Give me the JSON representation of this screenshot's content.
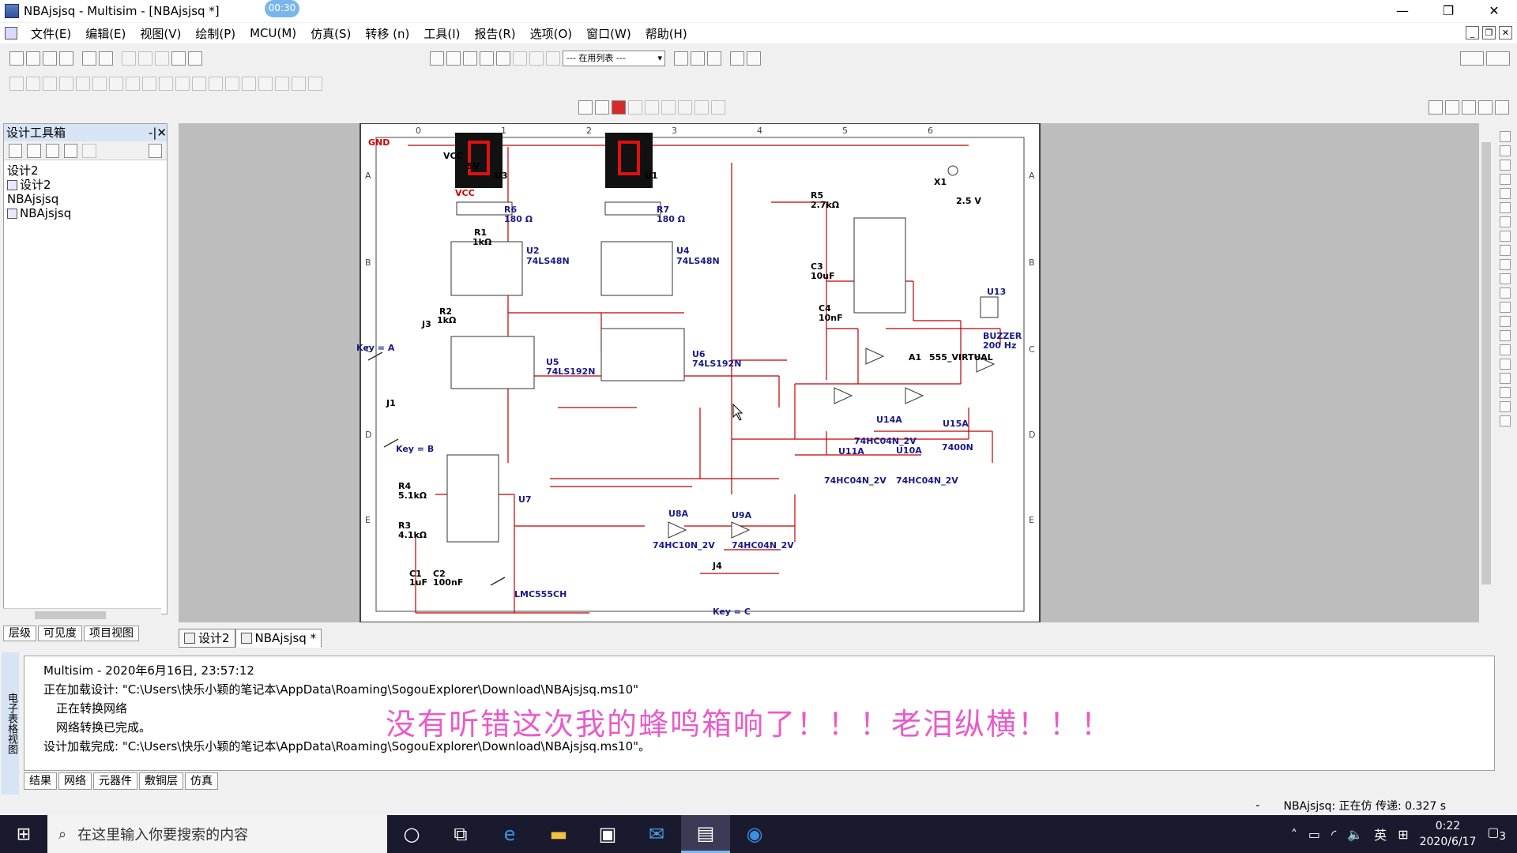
{
  "window": {
    "title": "NBAjsjsq - Multisim - [NBAjsjsq *]",
    "timer": "00:30",
    "minimize": "—",
    "maximize": "❐",
    "close": "✕"
  },
  "menu": [
    "文件(E)",
    "编辑(E)",
    "视图(V)",
    "绘制(P)",
    "MCU(M)",
    "仿真(S)",
    "转移 (n)",
    "工具(I)",
    "报告(R)",
    "选项(O)",
    "窗口(W)",
    "帮助(H)"
  ],
  "toolbar": {
    "in_use_list": "--- 在用列表 ---"
  },
  "toolbox": {
    "title": "设计工具箱",
    "tree": [
      "设计2",
      "设计2",
      "NBAjsjsq",
      "NBAjsjsq"
    ],
    "tabs": [
      "层级",
      "可见度",
      "项目视图"
    ]
  },
  "doc_tabs": [
    "设计2",
    "NBAjsjsq *"
  ],
  "schematic": {
    "cols": [
      "0",
      "1",
      "2",
      "3",
      "4",
      "5",
      "6"
    ],
    "rows": [
      "A",
      "B",
      "C",
      "D",
      "E"
    ],
    "labels": [
      {
        "t": "GND",
        "c": "#d00000"
      },
      {
        "t": "VCC",
        "c": "#000"
      },
      {
        "t": "5V",
        "c": "#000"
      },
      {
        "t": "VCC",
        "c": "#d00000"
      },
      {
        "t": "R1",
        "c": "#000"
      },
      {
        "t": "1kΩ",
        "c": "#000"
      },
      {
        "t": "U3",
        "c": "#000"
      },
      {
        "t": "U1",
        "c": "#000"
      },
      {
        "t": "R6",
        "c": "#1a1a8a"
      },
      {
        "t": "180 Ω",
        "c": "#1a1a8a"
      },
      {
        "t": "R7",
        "c": "#1a1a8a"
      },
      {
        "t": "180 Ω",
        "c": "#1a1a8a"
      },
      {
        "t": "U2",
        "c": "#1a1a8a"
      },
      {
        "t": "74LS48N",
        "c": "#1a1a8a"
      },
      {
        "t": "U4",
        "c": "#1a1a8a"
      },
      {
        "t": "74LS48N",
        "c": "#1a1a8a"
      },
      {
        "t": "U5",
        "c": "#1a1a8a"
      },
      {
        "t": "74LS192N",
        "c": "#1a1a8a"
      },
      {
        "t": "U6",
        "c": "#1a1a8a"
      },
      {
        "t": "74LS192N",
        "c": "#1a1a8a"
      },
      {
        "t": "R5",
        "c": "#000"
      },
      {
        "t": "2.7kΩ",
        "c": "#000"
      },
      {
        "t": "C3",
        "c": "#000"
      },
      {
        "t": "10uF",
        "c": "#000"
      },
      {
        "t": "C4",
        "c": "#000"
      },
      {
        "t": "10nF",
        "c": "#000"
      },
      {
        "t": "A1",
        "c": "#000"
      },
      {
        "t": "555_VIRTUAL",
        "c": "#000"
      },
      {
        "t": "X1",
        "c": "#000"
      },
      {
        "t": "2.5 V",
        "c": "#000"
      },
      {
        "t": "U13",
        "c": "#1a1a8a"
      },
      {
        "t": "BUZZER",
        "c": "#1a1a8a"
      },
      {
        "t": "200 Hz",
        "c": "#1a1a8a"
      },
      {
        "t": "R2",
        "c": "#000"
      },
      {
        "t": "1kΩ",
        "c": "#000"
      },
      {
        "t": "Key = A",
        "c": "#1a1a8a"
      },
      {
        "t": "Key = B",
        "c": "#1a1a8a"
      },
      {
        "t": "Key = C",
        "c": "#1a1a8a"
      },
      {
        "t": "J1",
        "c": "#000"
      },
      {
        "t": "J3",
        "c": "#000"
      },
      {
        "t": "J4",
        "c": "#000"
      },
      {
        "t": "U14A",
        "c": "#1a1a8a"
      },
      {
        "t": "74HC04N_2V",
        "c": "#1a1a8a"
      },
      {
        "t": "U15A",
        "c": "#1a1a8a"
      },
      {
        "t": "7400N",
        "c": "#1a1a8a"
      },
      {
        "t": "U11A",
        "c": "#1a1a8a"
      },
      {
        "t": "74HC04N_2V",
        "c": "#1a1a8a"
      },
      {
        "t": "U10A",
        "c": "#1a1a8a"
      },
      {
        "t": "74HC04N_2V",
        "c": "#1a1a8a"
      },
      {
        "t": "R4",
        "c": "#000"
      },
      {
        "t": "5.1kΩ",
        "c": "#000"
      },
      {
        "t": "R3",
        "c": "#000"
      },
      {
        "t": "4.1kΩ",
        "c": "#000"
      },
      {
        "t": "C1",
        "c": "#000"
      },
      {
        "t": "1uF",
        "c": "#000"
      },
      {
        "t": "C2",
        "c": "#000"
      },
      {
        "t": "100nF",
        "c": "#000"
      },
      {
        "t": "U7",
        "c": "#1a1a8a"
      },
      {
        "t": "LMC555CH",
        "c": "#1a1a8a"
      },
      {
        "t": "U8A",
        "c": "#1a1a8a"
      },
      {
        "t": "74HC10N_2V",
        "c": "#1a1a8a"
      },
      {
        "t": "U9A",
        "c": "#1a1a8a"
      },
      {
        "t": "74HC04N_2V",
        "c": "#1a1a8a"
      }
    ]
  },
  "output": {
    "lines": [
      "Multisim  -  2020年6月16日, 23:57:12",
      "正在加载设计: \"C:\\Users\\快乐小颖的笔记本\\AppData\\Roaming\\SogouExplorer\\Download\\NBAjsjsq.ms10\"",
      "正在转换网络",
      "网络转换已完成。",
      "设计加载完成: \"C:\\Users\\快乐小颖的笔记本\\AppData\\Roaming\\SogouExplorer\\Download\\NBAjsjsq.ms10\"。"
    ],
    "side_label": "电子表格视图",
    "tabs": [
      "结果",
      "网络",
      "元器件",
      "敷铜层",
      "仿真"
    ]
  },
  "overlay_caption": "没有听错这次我的蜂鸣箱响了！！！老泪纵横！！！",
  "status": {
    "left": "-",
    "right": "NBAjsjsq: 正在仿 传递: 0.327 s"
  },
  "taskbar": {
    "search_placeholder": "在这里输入你要搜索的内容",
    "time": "0:22",
    "date": "2020/6/17",
    "ime": "英",
    "notif_count": "3"
  },
  "colors": {
    "wire": "#c00000",
    "part": "#1a1a8a",
    "accent": "#7ab6ea"
  }
}
